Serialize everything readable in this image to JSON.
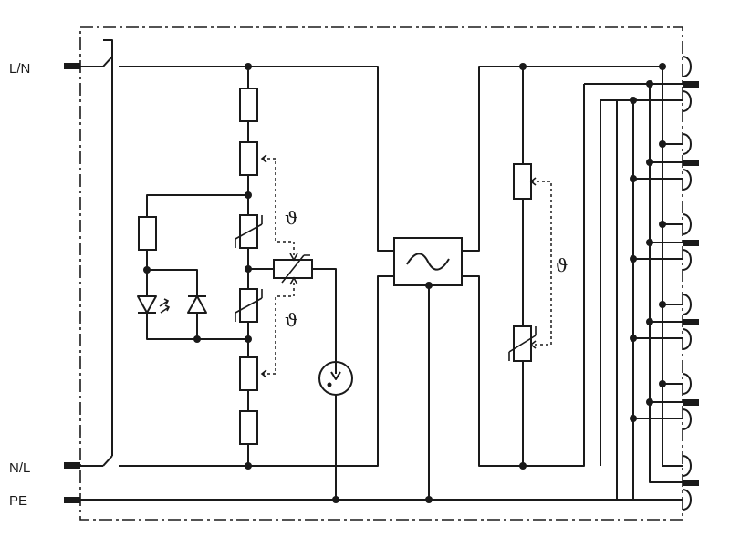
{
  "terminals": {
    "left_top": "L/N",
    "left_middle": "N/L",
    "left_bottom": "PE"
  },
  "symbols": {
    "thermal_coupling": "ϑ"
  },
  "colors": {
    "line": "#1a1a1a",
    "background": "#ffffff"
  }
}
